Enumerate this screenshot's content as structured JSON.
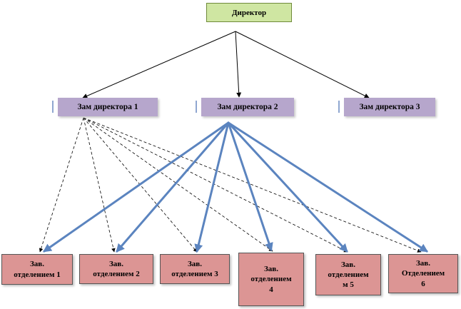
{
  "director": {
    "label": "Директор"
  },
  "deputies": [
    {
      "label": "Зам директора 1"
    },
    {
      "label": "Зам директора 2"
    },
    {
      "label": "Зам директора 3"
    }
  ],
  "departments": [
    {
      "line1": "Зав.",
      "line2": "отделением 1"
    },
    {
      "line1": "Зав.",
      "line2": "отделением 2"
    },
    {
      "line1": "Зав.",
      "line2": "отделением 3"
    },
    {
      "line1": "Зав.",
      "line2": "отделением",
      "line3": "4"
    },
    {
      "line1": "Зав.",
      "line2": "отделением",
      "line3": "м 5"
    },
    {
      "line1": "Зав.",
      "line2": "Отделением",
      "line3": "6"
    }
  ],
  "colors": {
    "director_fill": "#cfe6a2",
    "deputy_fill": "#b6a6cc",
    "department_fill": "#dc9594",
    "thick_arrow": "#5b84bf"
  }
}
